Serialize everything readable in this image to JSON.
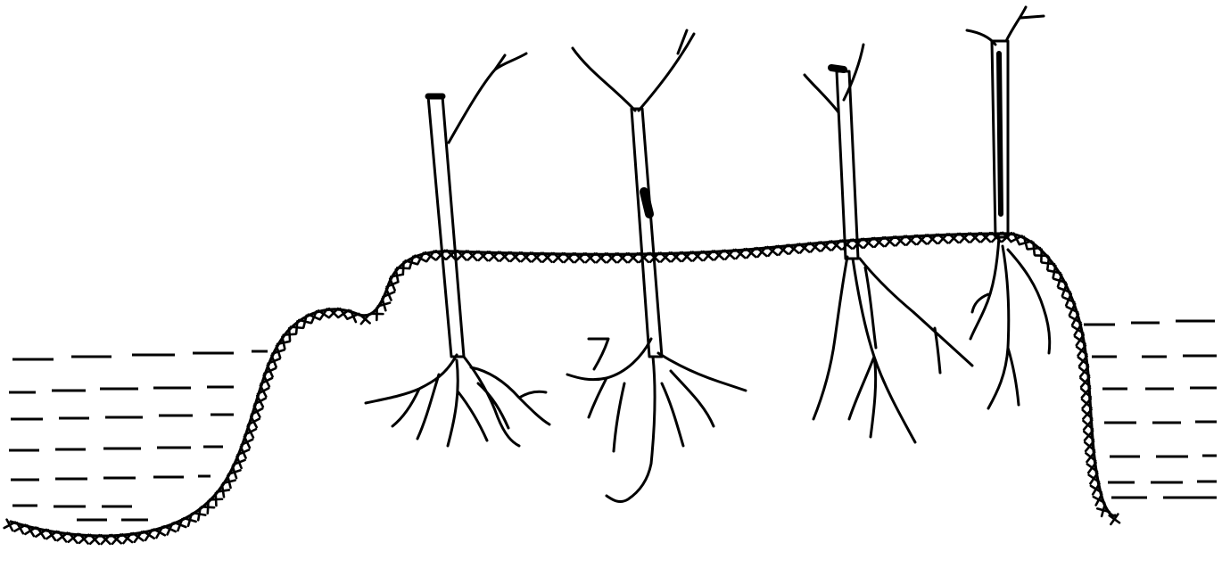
{
  "figure": {
    "kind": "sketch",
    "ink_color": "#000000",
    "background_color": "#ffffff",
    "subjects": [
      "soil-ridge",
      "seedling",
      "seedling",
      "seedling",
      "seedling",
      "water"
    ],
    "seedling_count": 4
  }
}
